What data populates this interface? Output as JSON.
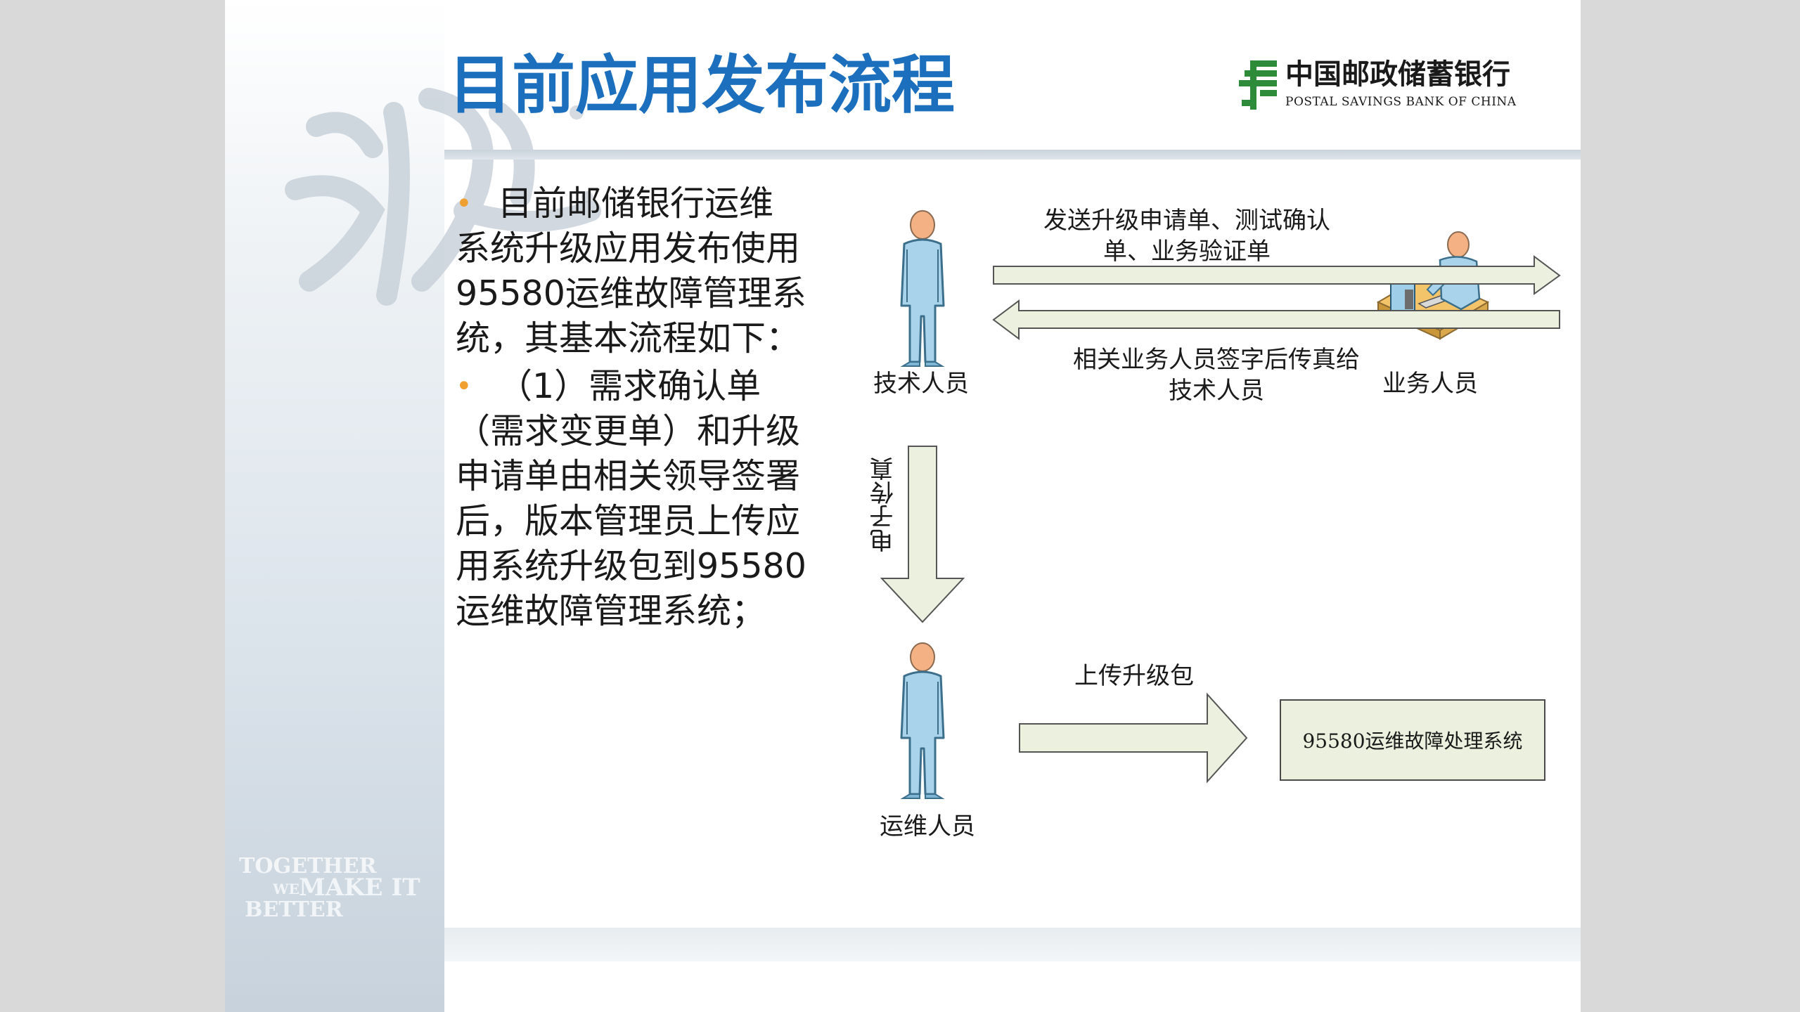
{
  "slide": {
    "title": "目前应用发布流程",
    "logo": {
      "name_cn": "中国邮政储蓄银行",
      "name_en": "POSTAL SAVINGS BANK OF CHINA",
      "icon": "postal-logo-icon",
      "color": "#2e8b3a"
    },
    "watermark": {
      "slogan_line1": "TOGETHER",
      "slogan_line2_small": "WE",
      "slogan_line2_large": "MAKE IT",
      "slogan_line3": "BETTER"
    },
    "colors": {
      "title": "#1b6fbd",
      "bullet_marker": "#f0a030",
      "arrow_fill": "#ebf1de",
      "person_fill": "#a9d3ea",
      "person_head": "#f4b183"
    }
  },
  "bullets": [
    {
      "marker": "•",
      "text": "目前邮储银行运维系统升级应用发布使用95580运维故障管理系统，其基本流程如下："
    },
    {
      "marker": "•",
      "text": "（1）需求确认单（需求变更单）和升级申请单由相关领导签署后，版本管理员上传应用系统升级包到95580运维故障管理系统；"
    }
  ],
  "diagram": {
    "actors": {
      "tech_staff": "技术人员",
      "business_staff": "业务人员",
      "ops_staff": "运维人员"
    },
    "arrows": {
      "send_docs": "发送升级申请单、测试确认单、业务验证单",
      "send_docs_line1": "发送升级申请单、测试确认",
      "send_docs_line2": "单、业务验证单",
      "fax_back_line1": "相关业务人员签字后传真给",
      "fax_back_line2": "技术人员",
      "electronic_fax": "电子传真",
      "upload_package": "上传升级包"
    },
    "system_box": "95580运维故障处理系统"
  }
}
